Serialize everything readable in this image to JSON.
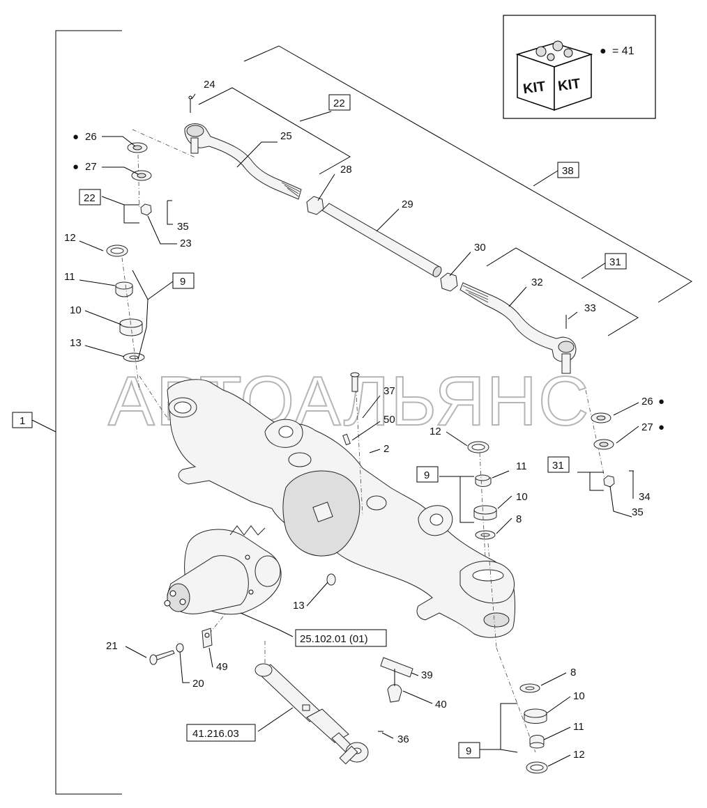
{
  "watermark": "АВТОАЛЬЯНС",
  "kit": {
    "label_left": "KIT",
    "label_right": "KIT",
    "legend_marker": "●",
    "legend_text": "= 41"
  },
  "callouts": {
    "c24": "24",
    "c25": "25",
    "c26a": "26",
    "c27a": "27",
    "c28": "28",
    "c29": "29",
    "c30": "30",
    "c32": "32",
    "c33": "33",
    "c35a": "35",
    "c23": "23",
    "c12a": "12",
    "c11a": "11",
    "c10a": "10",
    "c13a": "13",
    "c37": "37",
    "c50": "50",
    "c2": "2",
    "c12b": "12",
    "c11b": "11",
    "c10b": "10",
    "c8a": "8",
    "c26b": "26",
    "c27b": "27",
    "c34": "34",
    "c35b": "35",
    "c13b": "13",
    "c21": "21",
    "c20": "20",
    "c49": "49",
    "c39": "39",
    "c40": "40",
    "c36": "36",
    "c8b": "8",
    "c10c": "10",
    "c11c": "11",
    "c12c": "12"
  },
  "dots": {
    "d26a": "●",
    "d27a": "●",
    "d26b": "●",
    "d27b": "●"
  },
  "boxes": {
    "b22a": "22",
    "b38": "38",
    "b31a": "31",
    "b22b": "22",
    "b9a": "9",
    "b1": "1",
    "b9b": "9",
    "b31b": "31",
    "b9c": "9",
    "b25102": "25.102.01 (01)",
    "b41216": "41.216.03"
  }
}
